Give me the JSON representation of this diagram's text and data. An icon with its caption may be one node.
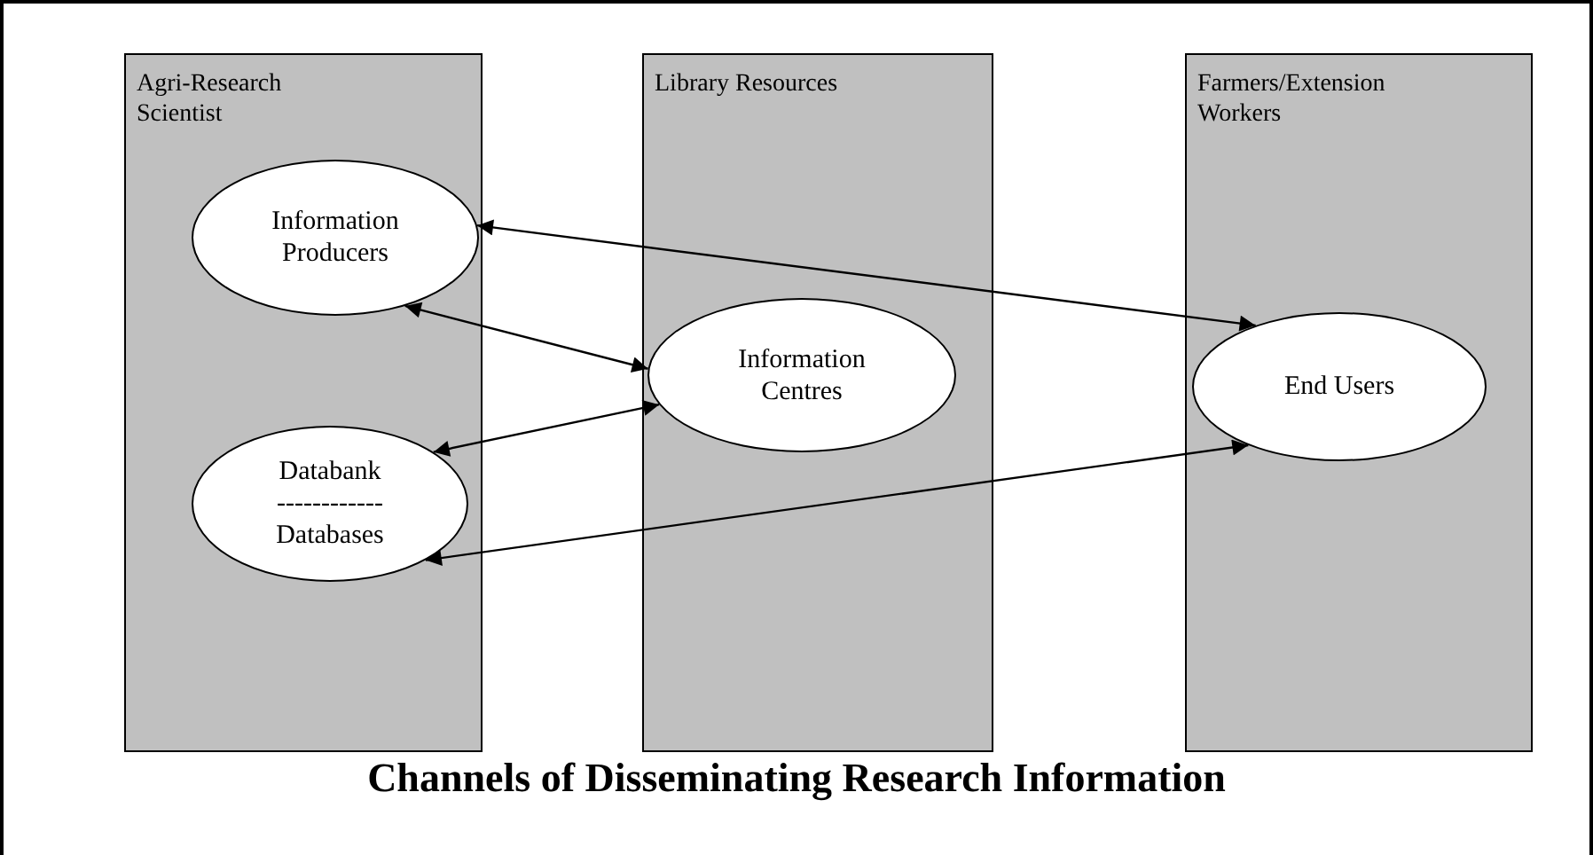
{
  "diagram": {
    "title": "Channels of Disseminating Research Information",
    "nodes": [
      {
        "text": [
          "Agri-Research Scientist"
        ]
      },
      {
        "text": [
          "Information Producers"
        ],
        "in": 0
      },
      {
        "text": [
          "Databank",
          "------------",
          "Databases"
        ],
        "in": 0
      },
      {
        "text": [
          "Library Resources"
        ]
      },
      {
        "text": [
          "Information Centres"
        ],
        "in": 3
      },
      {
        "text": [
          "Farmers/Extension Workers"
        ]
      },
      {
        "text": [
          "End Users"
        ],
        "in": 5
      }
    ],
    "edges": [
      {
        "from": 1,
        "to": 6,
        "arrow": "both"
      },
      {
        "from": 1,
        "to": 4,
        "arrow": "both"
      },
      {
        "from": 2,
        "to": 4,
        "arrow": "both"
      },
      {
        "from": 2,
        "to": 6,
        "arrow": "both"
      }
    ]
  }
}
